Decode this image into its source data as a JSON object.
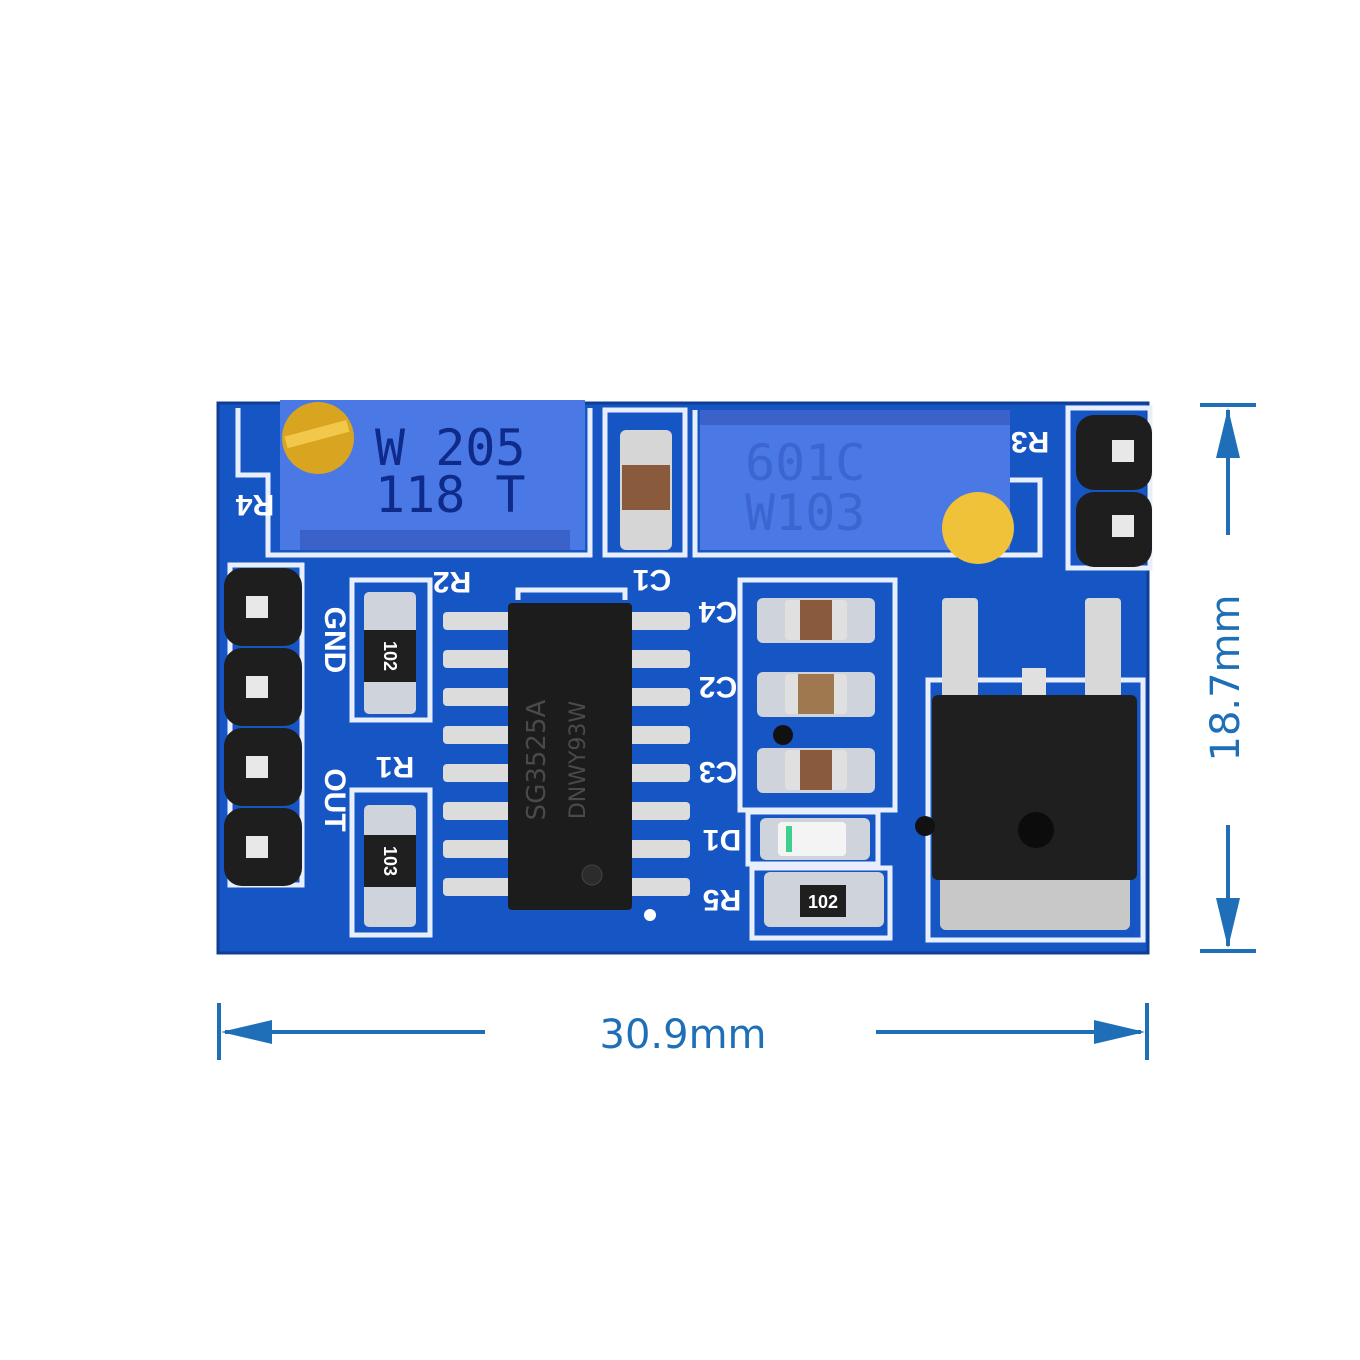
{
  "board": {
    "colors": {
      "pcb": "#1656c4",
      "potentiometer": "#4a78e4",
      "screw": "#d9a520",
      "ic": "#1c1c1c",
      "dimension": "#1f6fb8"
    },
    "potentiometer_left": {
      "line1": "W 205",
      "line2": "118 T"
    },
    "potentiometer_right": {
      "line1": "601C",
      "line2": "W103"
    },
    "ic_marking": {
      "line1": "SG3525A",
      "line2": "DNWY93W"
    },
    "resistor_r2": "102",
    "resistor_r1": "103",
    "resistor_r5": "102",
    "silkscreen": {
      "r4": "R4",
      "gnd": "GND",
      "out": "OUT",
      "r2": "R2",
      "r1": "R1",
      "c1": "C1",
      "c4": "C4",
      "c2": "C2",
      "c3": "C3",
      "d1": "D1",
      "r5": "R5",
      "r3": "R3"
    }
  },
  "dimensions": {
    "width": "30.9mm",
    "height": "18.7mm"
  }
}
